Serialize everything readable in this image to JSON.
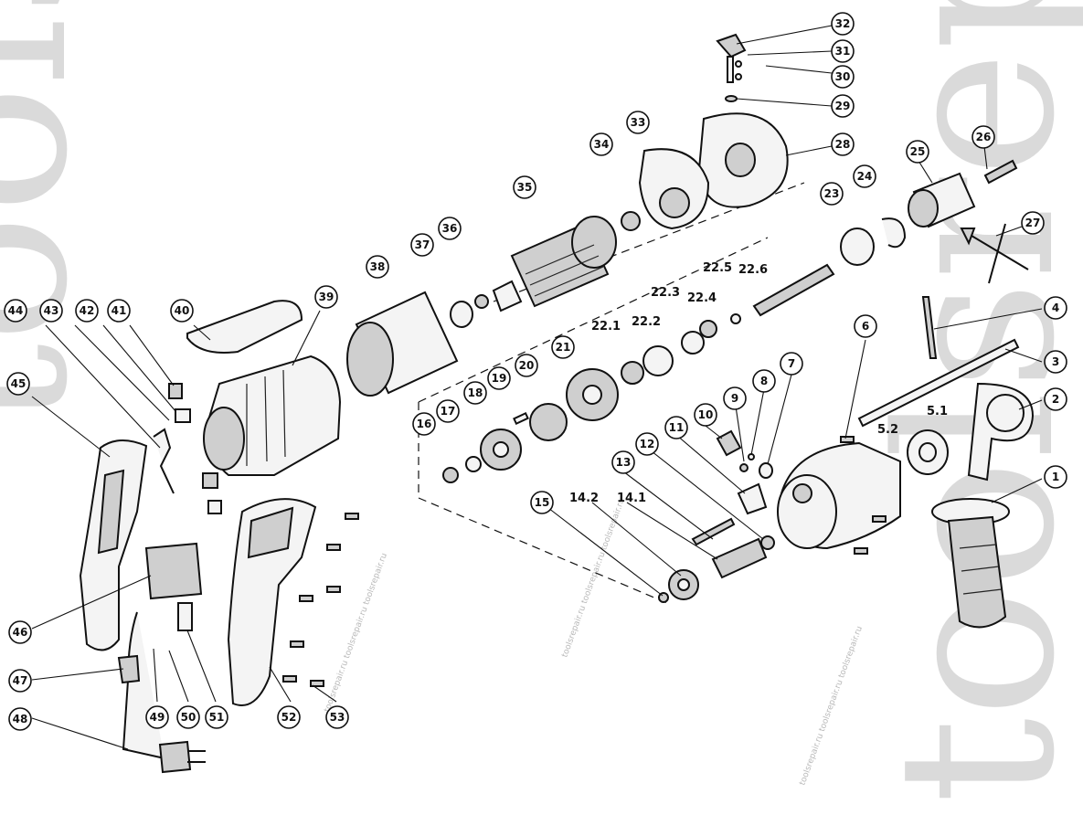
{
  "watermark": {
    "primary": "toolsrepair.ru",
    "secondary": "toolsrepair.ru",
    "small": "toolsrepair.ru toolsrepair.ru toolsrepair.ru"
  },
  "callouts": [
    {
      "id": "c1",
      "label": "1"
    },
    {
      "id": "c2",
      "label": "2"
    },
    {
      "id": "c3",
      "label": "3"
    },
    {
      "id": "c4",
      "label": "4"
    },
    {
      "id": "c6",
      "label": "6"
    },
    {
      "id": "c7",
      "label": "7"
    },
    {
      "id": "c8",
      "label": "8"
    },
    {
      "id": "c9",
      "label": "9"
    },
    {
      "id": "c10",
      "label": "10"
    },
    {
      "id": "c11",
      "label": "11"
    },
    {
      "id": "c12",
      "label": "12"
    },
    {
      "id": "c13",
      "label": "13"
    },
    {
      "id": "c15",
      "label": "15"
    },
    {
      "id": "c16",
      "label": "16"
    },
    {
      "id": "c17",
      "label": "17"
    },
    {
      "id": "c18",
      "label": "18"
    },
    {
      "id": "c19",
      "label": "19"
    },
    {
      "id": "c20",
      "label": "20"
    },
    {
      "id": "c21",
      "label": "21"
    },
    {
      "id": "c23",
      "label": "23"
    },
    {
      "id": "c24",
      "label": "24"
    },
    {
      "id": "c25",
      "label": "25"
    },
    {
      "id": "c26",
      "label": "26"
    },
    {
      "id": "c27",
      "label": "27"
    },
    {
      "id": "c28",
      "label": "28"
    },
    {
      "id": "c29",
      "label": "29"
    },
    {
      "id": "c30",
      "label": "30"
    },
    {
      "id": "c31",
      "label": "31"
    },
    {
      "id": "c32",
      "label": "32"
    },
    {
      "id": "c33",
      "label": "33"
    },
    {
      "id": "c34",
      "label": "34"
    },
    {
      "id": "c35",
      "label": "35"
    },
    {
      "id": "c36",
      "label": "36"
    },
    {
      "id": "c37",
      "label": "37"
    },
    {
      "id": "c38",
      "label": "38"
    },
    {
      "id": "c39",
      "label": "39"
    },
    {
      "id": "c40",
      "label": "40"
    },
    {
      "id": "c41",
      "label": "41"
    },
    {
      "id": "c42",
      "label": "42"
    },
    {
      "id": "c43",
      "label": "43"
    },
    {
      "id": "c44",
      "label": "44"
    },
    {
      "id": "c45",
      "label": "45"
    },
    {
      "id": "c46",
      "label": "46"
    },
    {
      "id": "c47",
      "label": "47"
    },
    {
      "id": "c48",
      "label": "48"
    },
    {
      "id": "c49",
      "label": "49"
    },
    {
      "id": "c50",
      "label": "50"
    },
    {
      "id": "c51",
      "label": "51"
    },
    {
      "id": "c52",
      "label": "52"
    },
    {
      "id": "c53",
      "label": "53"
    }
  ],
  "plain_labels": [
    {
      "id": "p5_1",
      "label": "5.1"
    },
    {
      "id": "p5_2",
      "label": "5.2"
    },
    {
      "id": "p14_1",
      "label": "14.1"
    },
    {
      "id": "p14_2",
      "label": "14.2"
    },
    {
      "id": "p22_1",
      "label": "22.1"
    },
    {
      "id": "p22_2",
      "label": "22.2"
    },
    {
      "id": "p22_3",
      "label": "22.3"
    },
    {
      "id": "p22_4",
      "label": "22.4"
    },
    {
      "id": "p22_5",
      "label": "22.5"
    },
    {
      "id": "p22_6",
      "label": "22.6"
    }
  ]
}
